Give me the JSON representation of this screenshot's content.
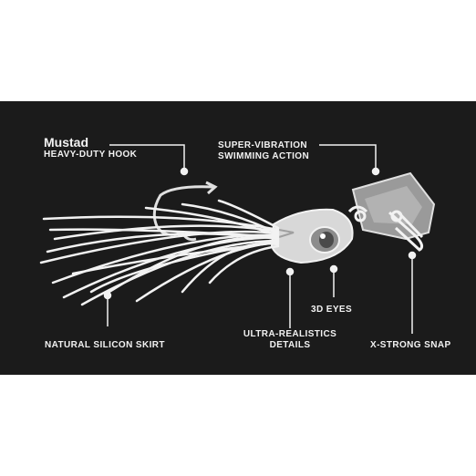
{
  "colors": {
    "background_band": "#1b1b1b",
    "page": "#ffffff",
    "outline": "#f2f2f2",
    "blade": "#9a9a9a"
  },
  "callouts": {
    "hook": {
      "brand": "Mustad",
      "text": "HEAVY-DUTY HOOK"
    },
    "blade": {
      "line1": "SUPER-VIBRATION",
      "line2": "SWIMMING ACTION"
    },
    "skirt": {
      "text": "NATURAL SILICON SKIRT"
    },
    "details": {
      "line1": "ULTRA-REALISTICS",
      "line2": "DETAILS"
    },
    "eyes": {
      "text": "3D EYES"
    },
    "snap": {
      "text": "X-STRONG SNAP"
    }
  }
}
